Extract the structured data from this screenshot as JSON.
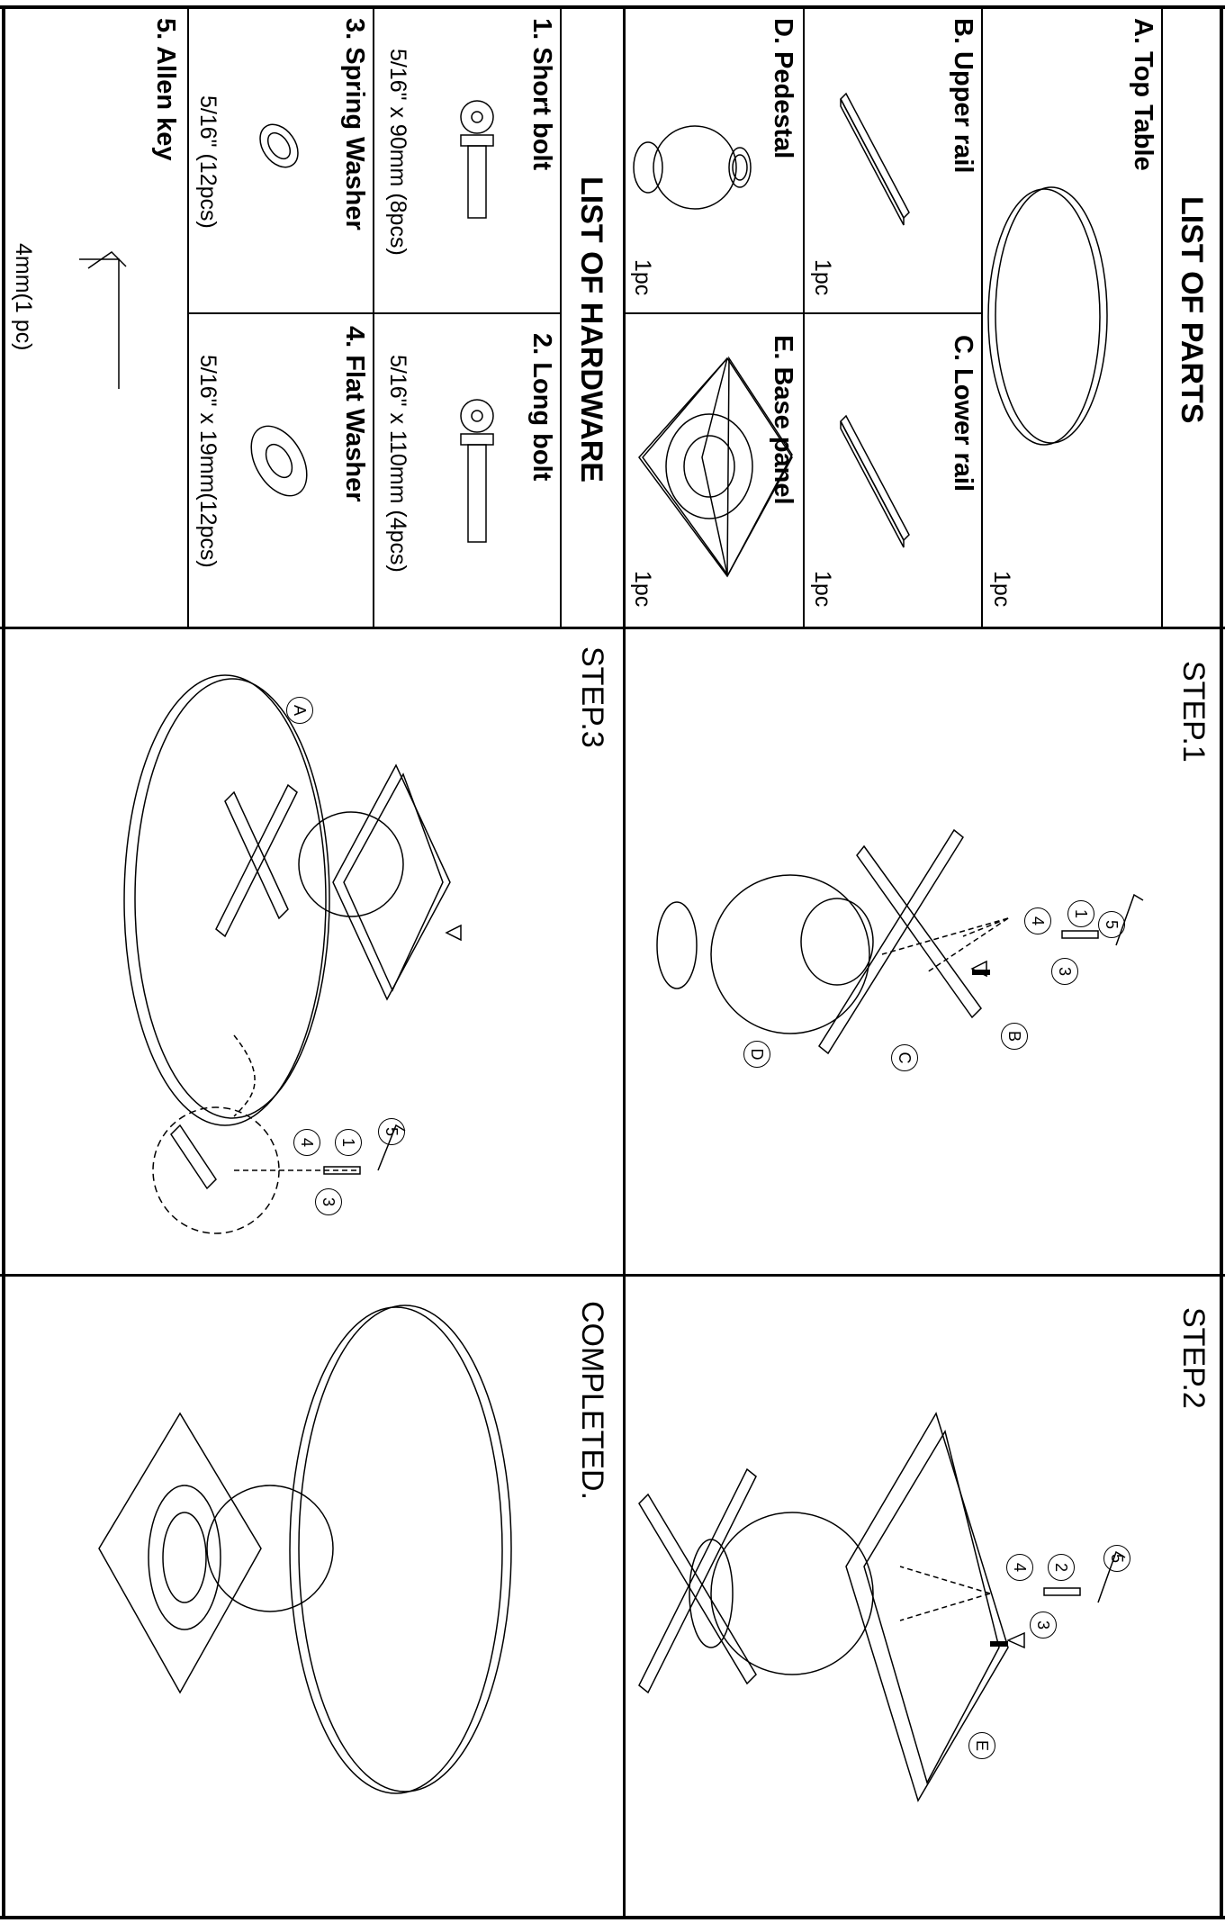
{
  "parts": {
    "heading": "LIST OF PARTS",
    "items": [
      {
        "label": "A. Top Table",
        "qty": "1pc"
      },
      {
        "label": "B. Upper rail",
        "qty": "1pc"
      },
      {
        "label": "C. Lower rail",
        "qty": "1pc"
      },
      {
        "label": "D. Pedestal",
        "qty": "1pc"
      },
      {
        "label": "E. Base panel",
        "qty": "1pc"
      }
    ]
  },
  "hardware": {
    "heading": "LIST OF HARDWARE",
    "items": [
      {
        "label": "1. Short bolt",
        "spec": "5/16\" x 90mm (8pcs)"
      },
      {
        "label": "2. Long bolt",
        "spec": "5/16\" x 110mm (4pcs)"
      },
      {
        "label": "3. Spring Washer",
        "spec": "5/16\" (12pcs)"
      },
      {
        "label": "4. Flat Washer",
        "spec": "5/16\" x 19mm(12pcs)"
      },
      {
        "label": "5. Allen key",
        "spec": "4mm(1 pc)"
      }
    ]
  },
  "steps": {
    "step1": "STEP.1",
    "step2": "STEP.2",
    "step3": "STEP.3",
    "completed": "COMPLETED."
  },
  "callouts": {
    "one": "1",
    "two": "2",
    "three": "3",
    "four": "4",
    "five": "5",
    "A": "A",
    "B": "B",
    "C": "C",
    "D": "D",
    "E": "E"
  }
}
